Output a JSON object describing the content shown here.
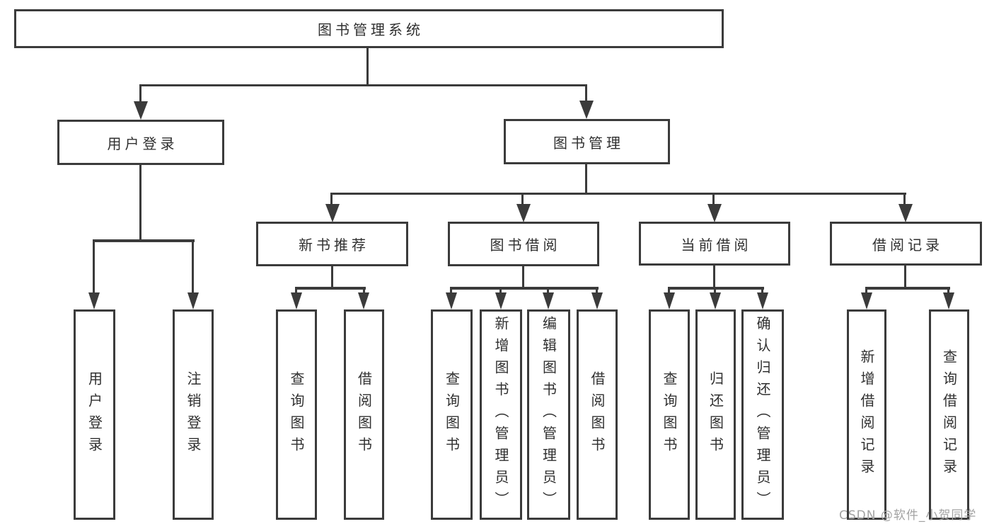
{
  "diagram": {
    "title": "图书管理系统",
    "root": {
      "label": "图书管理系统"
    },
    "branches": {
      "user_login": {
        "label": "用户登录",
        "children": [
          "用户登录",
          "注销登录"
        ]
      },
      "book_management": {
        "label": "图书管理",
        "sections": [
          {
            "label": "新书推荐",
            "children": [
              "查询图书",
              "借阅图书"
            ]
          },
          {
            "label": "图书借阅",
            "children": [
              "查询图书",
              "新增图书（管理员）",
              "编辑图书（管理员）",
              "借阅图书"
            ]
          },
          {
            "label": "当前借阅",
            "children": [
              "查询图书",
              "归还图书",
              "确认归还（管理员）"
            ]
          },
          {
            "label": "借阅记录",
            "children": [
              "新增借阅记录",
              "查询借阅记录"
            ]
          }
        ]
      }
    },
    "colors": {
      "line": "#3b3b3b",
      "text": "#303030",
      "background": "#ffffff",
      "watermark": "#a3a3a3"
    }
  },
  "watermark": {
    "text": "CSDN @软件_小贺同学"
  }
}
